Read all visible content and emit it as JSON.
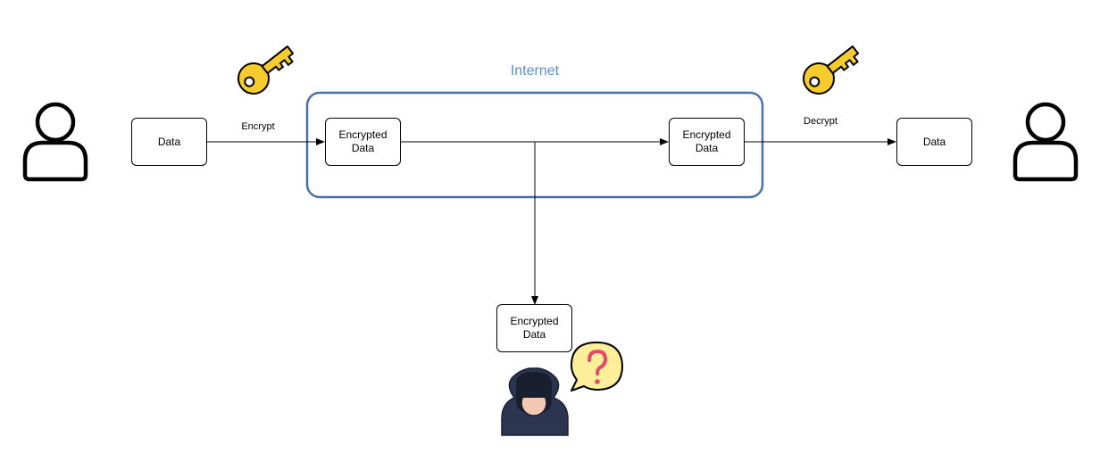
{
  "colors": {
    "internet_border": "#4a72a8",
    "internet_label": "#5f8ec9",
    "key_fill": "#f6cc2c",
    "key_stroke": "#000000",
    "hacker_fill": "#2c3550",
    "hacker_face": "#f4c9b4",
    "bubble_fill": "#fdee9a",
    "question_mark": "#e24b6a"
  },
  "icons": {
    "sender": "user-icon",
    "receiver": "user-icon",
    "encrypt_key": "key-icon",
    "decrypt_key": "key-icon",
    "eavesdropper": "hooded-hacker-icon",
    "confusion": "question-bubble-icon"
  },
  "internet": {
    "label": "Internet"
  },
  "nodes": {
    "sender_data": "Data",
    "internet_encrypted_in": "Encrypted\nData",
    "internet_encrypted_out": "Encrypted\nData",
    "receiver_data": "Data",
    "intercepted_data": "Encrypted\nData"
  },
  "edges": {
    "encrypt": "Encrypt",
    "decrypt": "Decrypt"
  }
}
